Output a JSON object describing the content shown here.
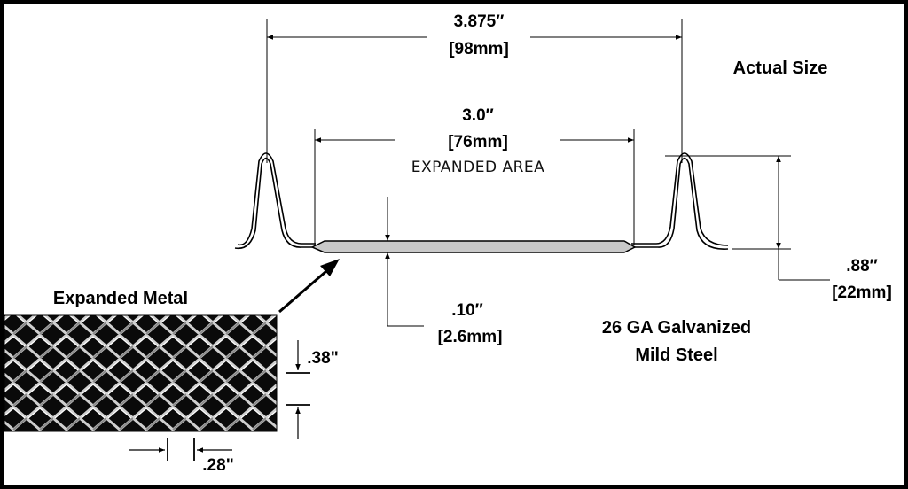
{
  "overall_width": {
    "inches": "3.875″",
    "mm": "[98mm]"
  },
  "expanded_width": {
    "inches": "3.0″",
    "mm": "[76mm]",
    "caption": "EXPANDED AREA"
  },
  "actual_size": "Actual Size",
  "height": {
    "inches": ".88″",
    "mm": "[22mm]"
  },
  "thickness": {
    "inches": ".10″",
    "mm": "[2.6mm]"
  },
  "material": {
    "line1": "26 GA Galvanized",
    "line2": "Mild Steel"
  },
  "inset": {
    "title": "Expanded Metal",
    "vertical_dim": ".38\"",
    "horizontal_dim": ".28\""
  }
}
